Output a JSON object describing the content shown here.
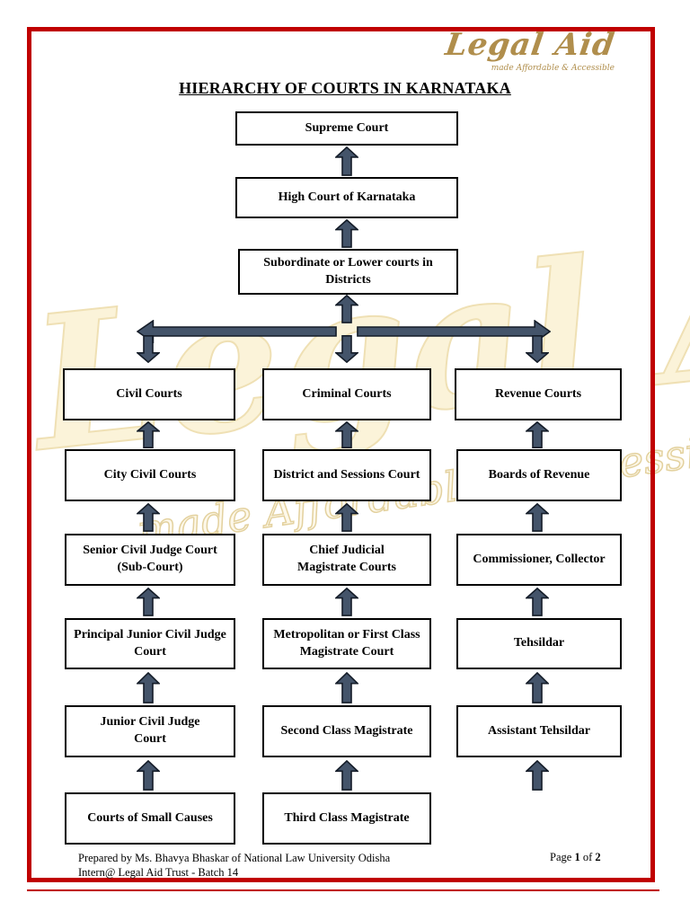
{
  "page": {
    "title": "HIERARCHY OF COURTS IN KARNATAKA",
    "border_color": "#C00000",
    "background_color": "#FFFFFF"
  },
  "logo": {
    "name": "Legal Aid",
    "tagline": "made Affordable & Accessible",
    "color": "#B08E4C"
  },
  "watermark": {
    "text": "Legal Aid",
    "tagline": "made Affordable & Accessible",
    "color": "#FBF3D9"
  },
  "flowchart": {
    "arrow_color": "#44546A",
    "box_border_color": "#000000",
    "top_chain": [
      "Supreme Court",
      "High Court of Karnataka",
      "Subordinate or Lower courts in Districts"
    ],
    "columns": [
      {
        "name": "civil",
        "boxes": [
          "Civil Courts",
          "City Civil Courts",
          "Senior Civil Judge Court (Sub-Court)",
          "Principal Junior Civil Judge Court",
          "Junior Civil Judge Court",
          "Courts of Small Causes"
        ]
      },
      {
        "name": "criminal",
        "boxes": [
          "Criminal Courts",
          "District and Sessions Court",
          "Chief Judicial Magistrate Courts",
          "Metropolitan or First Class Magistrate Court",
          "Second Class Magistrate",
          "Third Class Magistrate"
        ]
      },
      {
        "name": "revenue",
        "boxes": [
          "Revenue Courts",
          "Boards of Revenue",
          "Commissioner, Collector",
          "Tehsildar",
          "Assistant Tehsildar"
        ]
      }
    ]
  },
  "footer": {
    "line1": "Prepared by Ms. Bhavya Bhaskar of National Law University Odisha",
    "line2": "Intern@ Legal Aid Trust - Batch 14",
    "page_word": "Page ",
    "page_current": "1",
    "of_word": " of ",
    "page_total": "2"
  }
}
